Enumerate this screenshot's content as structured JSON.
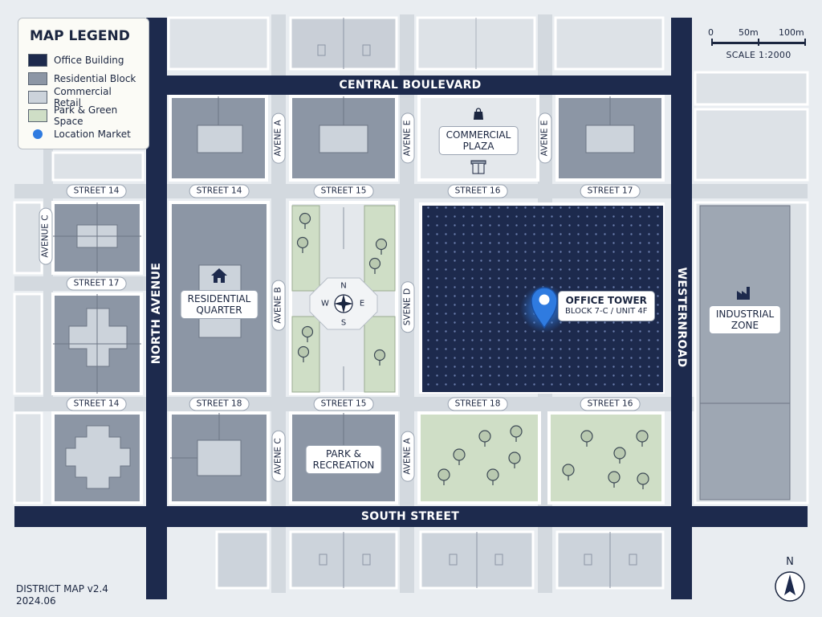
{
  "legend": {
    "title": "MAP LEGEND",
    "items": [
      {
        "label": "Office Building",
        "color": "#1d2a4d"
      },
      {
        "label": "Residential Block",
        "color": "#8c96a5"
      },
      {
        "label": "Commercial Retail",
        "color": "#ccd3db"
      },
      {
        "label": "Park & Green Space",
        "color": "#cfdec6"
      },
      {
        "label": "Location Market",
        "color": "#2f7be0"
      }
    ]
  },
  "scale": {
    "ticks": [
      "0",
      "50m",
      "100m"
    ],
    "caption": "SCALE 1:2000"
  },
  "roads": {
    "central": "CENTRAL BOULEVARD",
    "south": "SOUTH STREET",
    "north_avenue": "NORTH AVENUE",
    "western": "WESTERNROAD"
  },
  "streets": {
    "r1": [
      "STREET 14",
      "STREET 14",
      "STREET 15",
      "STREET 16",
      "STREET 17"
    ],
    "r2": [
      "STREET 17"
    ],
    "r3": [
      "STREET 14",
      "STREET 18",
      "STREET 15",
      "STREET 18",
      "STREET 16"
    ]
  },
  "avenues": {
    "ave_a_top": "AVENE A",
    "ave_e_left": "AVENE E",
    "ave_e_right": "AVENE E",
    "ave_c_left": "AVENUE C",
    "ave_b": "AVENE B",
    "ave_d": "SVENE D",
    "ave_c_bottom": "AVENE C",
    "ave_a_bottom": "AVENE A"
  },
  "places": {
    "commercial_plaza": [
      "COMMERCIAL",
      "PLAZA"
    ],
    "residential_quarter": [
      "RESIDENTIAL",
      "QUARTER"
    ],
    "industrial_zone": [
      "INDUSTRIAL",
      "ZONE"
    ],
    "park_recreation": [
      "PARK &",
      "RECREATION"
    ]
  },
  "marker": {
    "title": "OFFICE TOWER",
    "subtitle": "BLOCK 7-C / UNIT 4F"
  },
  "compass": {
    "n": "N",
    "e": "E",
    "s": "S",
    "w": "W"
  },
  "north_arrow": "N",
  "footer": {
    "line1": "DISTRICT MAP v2.4",
    "line2": "2024.06"
  },
  "colors": {
    "major_road": "#1d2a4d",
    "minor_road": "#d3d9df",
    "office": "#1d2a4d",
    "residential": "#8c96a5",
    "commercial": "#ccd3db",
    "park": "#cfdec6",
    "marker": "#2f7be0"
  }
}
